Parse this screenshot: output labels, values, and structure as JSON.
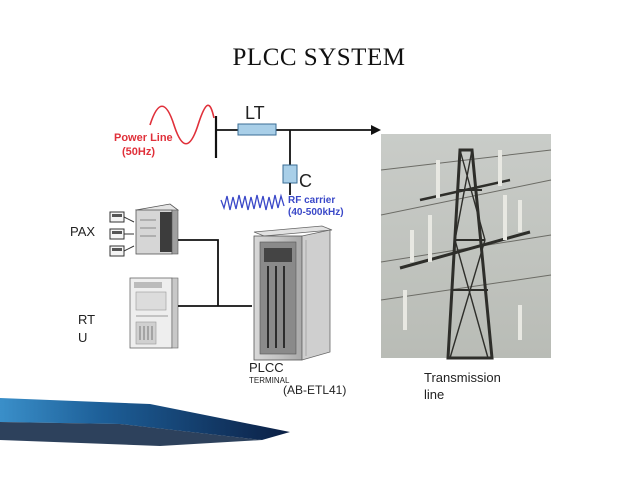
{
  "slide": {
    "title": "PLCC SYSTEM"
  },
  "diagram": {
    "lt_label": "LT",
    "c_label": "C",
    "power_line_line1": "Power Line",
    "power_line_line2": "(50Hz)",
    "rf_line1": "RF carrier",
    "rf_line2": "(40-500kHz)",
    "pax_label": "PAX",
    "rtu_line1": "RT",
    "rtu_line2": "U",
    "plcc_label": "PLCC",
    "terminal_label": "TERMINAL",
    "model_label": "(AB-ETL41)",
    "transmission_line1": "Transmission",
    "transmission_line2": "line"
  },
  "colors": {
    "power_wave": "#e0303a",
    "rf_wave": "#3a48c8",
    "component_fill": "#a9cfe8",
    "banner_dark": "#0b1f44",
    "banner_blue": "#2e7bb6"
  },
  "icons": [
    "telephone-icon",
    "server-icon",
    "rtu-icon",
    "plcc-cabinet-icon",
    "transmission-tower-photo"
  ]
}
